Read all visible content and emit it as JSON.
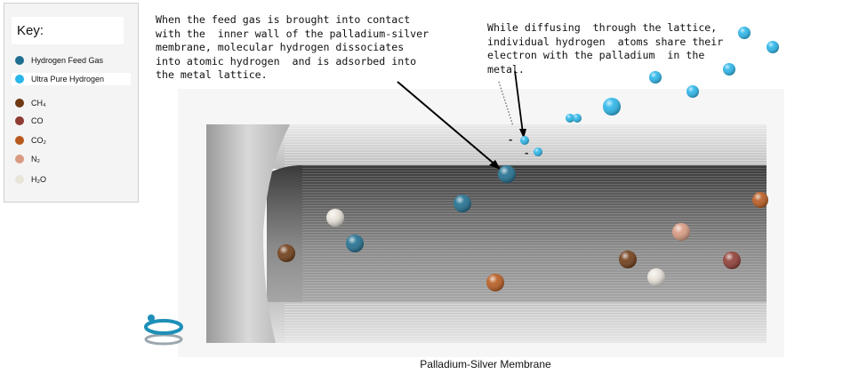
{
  "key": {
    "title": "Key:",
    "items": [
      {
        "label": "Hydrogen Feed Gas",
        "color": "#1f6e8f",
        "highlight": false
      },
      {
        "label": "Ultra Pure Hydrogen",
        "color": "#29b6ea",
        "highlight": true
      },
      {
        "label": "CH₄",
        "color": "#6e3a14",
        "highlight": false
      },
      {
        "label": "CO",
        "color": "#8e3b33",
        "highlight": false
      },
      {
        "label": "CO₂",
        "color": "#b85a1e",
        "highlight": false
      },
      {
        "label": "N₂",
        "color": "#d99a82",
        "highlight": false
      },
      {
        "label": "H₂O",
        "color": "#e9e4da",
        "highlight": false
      }
    ]
  },
  "annotations": {
    "left": "When the feed gas is brought into contact\nwith the  inner wall of the palladium-silver\nmembrane, molecular hydrogen dissociates\ninto atomic hydrogen  and is adsorbed into\nthe metal lattice.",
    "right": "While diffusing  through the lattice,\nindividual hydrogen  atoms share their\nelectron with the palladium  in the\nmetal."
  },
  "caption": "Palladium-Silver Membrane",
  "electron_symbol": "-"
}
